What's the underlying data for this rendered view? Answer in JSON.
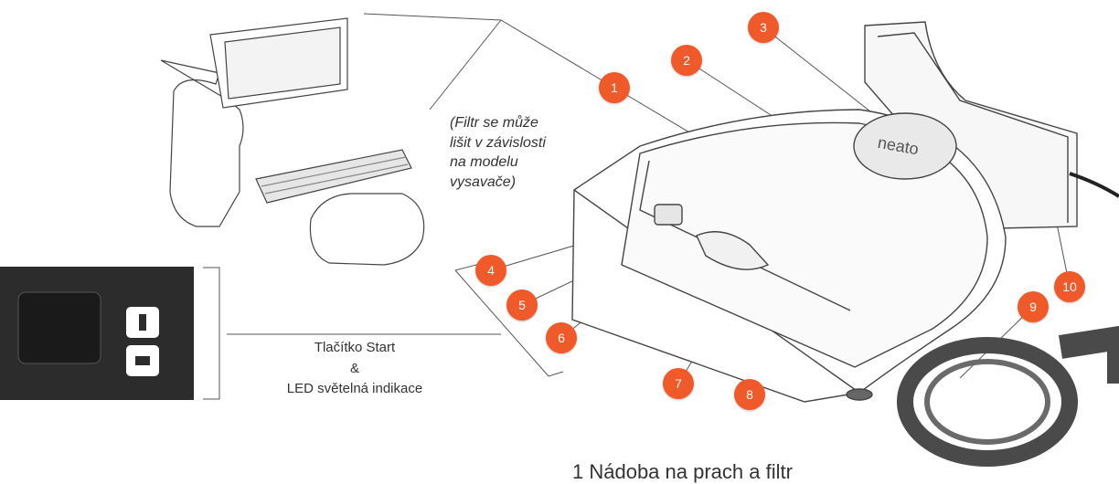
{
  "callouts": [
    {
      "number": "1"
    },
    {
      "number": "2"
    },
    {
      "number": "3"
    },
    {
      "number": "4"
    },
    {
      "number": "5"
    },
    {
      "number": "6"
    },
    {
      "number": "7"
    },
    {
      "number": "8"
    },
    {
      "number": "9"
    },
    {
      "number": "10"
    }
  ],
  "filter_note": {
    "line1": "(Filtr se může",
    "line2": "lišit v závislosti",
    "line3": "na modelu",
    "line4": "vysavače)"
  },
  "button_caption": {
    "line1": "Tlačítko Start",
    "line2": "&",
    "line3": "LED světelná indikace"
  },
  "legend": {
    "first_item": "1 Nádoba na prach a filtr"
  },
  "robot": {
    "brand": "neato"
  },
  "colors": {
    "badge": "#f05a2a",
    "outline": "#444444",
    "leader_line": "#555555"
  }
}
